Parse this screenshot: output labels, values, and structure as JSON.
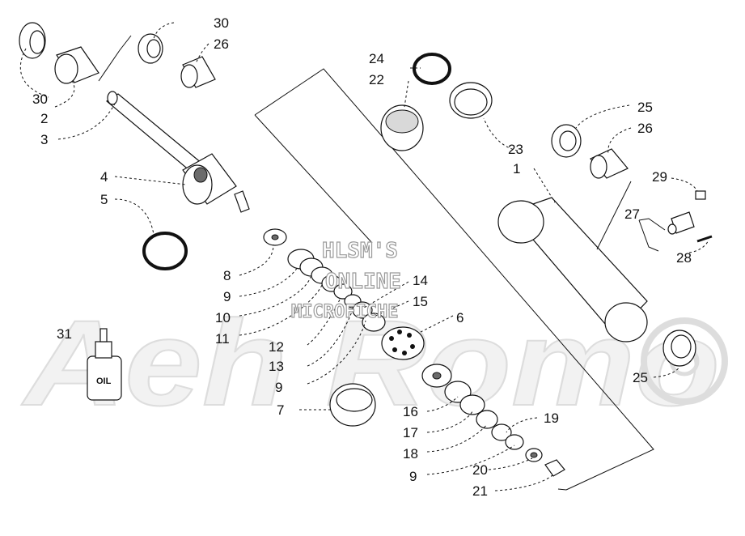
{
  "watermark": {
    "line1": "HLSM'S",
    "line2": "ONLINE",
    "line3": "MICROFICHE",
    "brand": "Aeh Romo"
  },
  "oil_label": "OIL",
  "callouts": {
    "c30a": "30",
    "c26a": "26",
    "c30b": "30",
    "c2": "2",
    "c3": "3",
    "c4": "4",
    "c5": "5",
    "c24": "24",
    "c22": "22",
    "c23": "23",
    "c1": "1",
    "c25a": "25",
    "c26b": "26",
    "c29": "29",
    "c27": "27",
    "c28": "28",
    "c8": "8",
    "c9a": "9",
    "c10": "10",
    "c11": "11",
    "c14": "14",
    "c15": "15",
    "c6": "6",
    "c12": "12",
    "c13": "13",
    "c9b": "9",
    "c31": "31",
    "c7": "7",
    "c25b": "25",
    "c16": "16",
    "c17": "17",
    "c18": "18",
    "c19": "19",
    "c9c": "9",
    "c20": "20",
    "c21": "21"
  },
  "colors": {
    "line": "#111111",
    "watermark": "#9a9a9a",
    "brand": "#dadada"
  }
}
